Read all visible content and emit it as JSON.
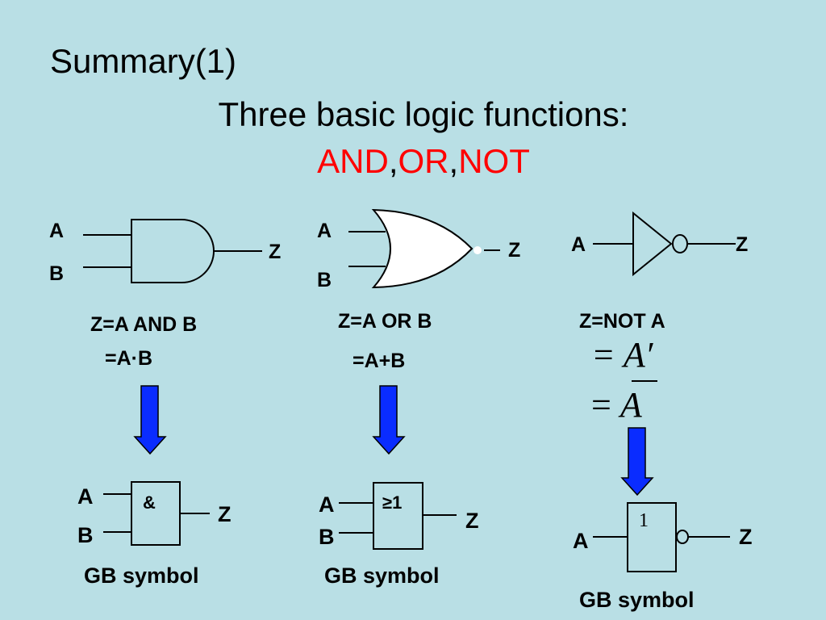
{
  "slide": {
    "title": "Summary(1)",
    "subtitle": "Three basic logic functions:",
    "functions": [
      "AND",
      "OR",
      "NOT"
    ],
    "separator": ","
  },
  "and_gate": {
    "input_a": "A",
    "input_b": "B",
    "output": "Z",
    "expr1": "Z=A AND B",
    "expr2": "=A·B",
    "gb_symbol_label": "&",
    "gb_input_a": "A",
    "gb_input_b": "B",
    "gb_output": "Z",
    "gb_caption": "GB symbol"
  },
  "or_gate": {
    "input_a": "A",
    "input_b": "B",
    "output": "Z",
    "expr1": "Z=A OR B",
    "expr2": "=A+B",
    "gb_symbol_label": "≥1",
    "gb_input_a": "A",
    "gb_input_b": "B",
    "gb_output": "Z",
    "gb_caption": "GB symbol"
  },
  "not_gate": {
    "input_a": "A",
    "output": "Z",
    "expr1": "Z=NOT A",
    "expr2": "= A′",
    "expr3_eq": "=",
    "expr3_var": "A",
    "gb_symbol_label": "1",
    "gb_input_a": "A",
    "gb_output": "Z",
    "gb_caption": "GB symbol"
  },
  "colors": {
    "background": "#b9dfe5",
    "accent_red": "#ff0000",
    "arrow_blue": "#0a2cff"
  }
}
